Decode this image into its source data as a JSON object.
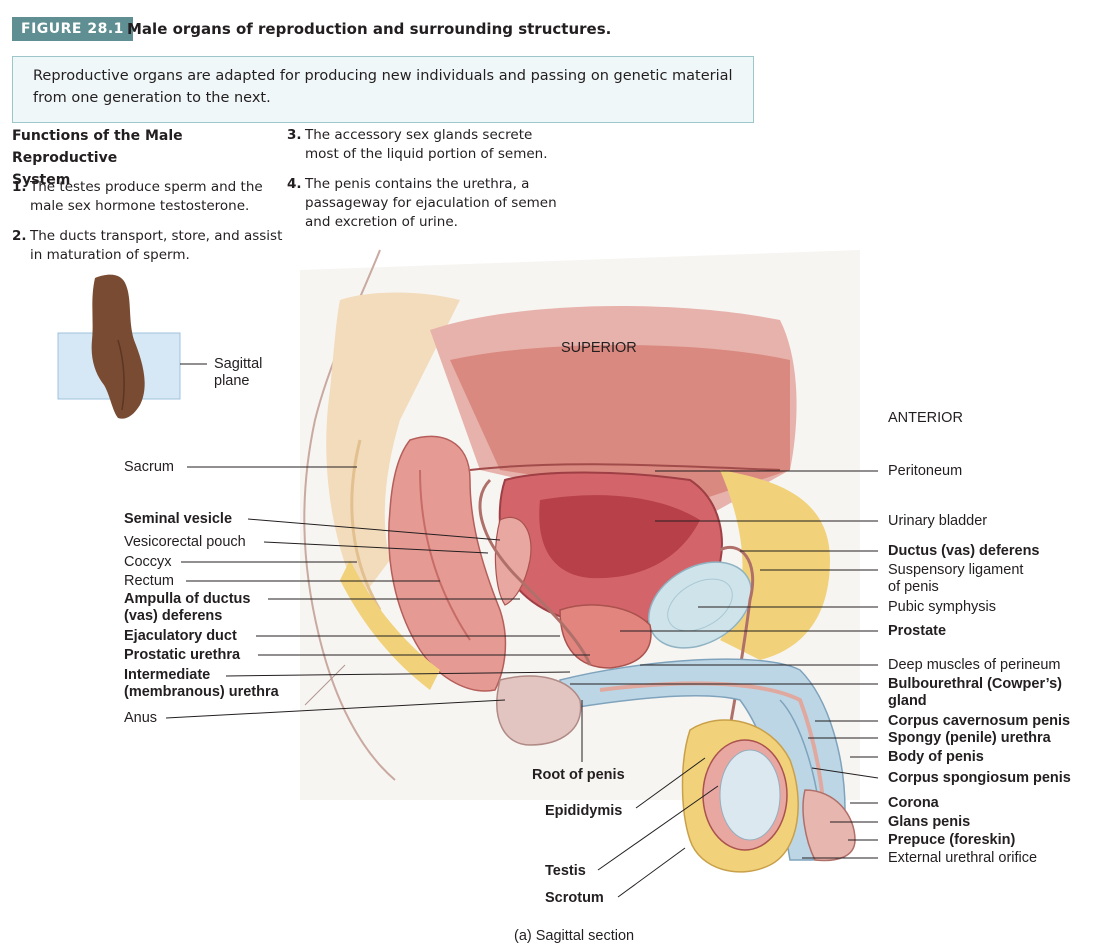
{
  "header": {
    "figure_tag": "FIGURE 28.1",
    "title": "Male organs of reproduction and surrounding structures."
  },
  "intro": {
    "line1": "Reproductive organs are adapted for producing new individuals and passing on genetic material",
    "line2": "from one generation to the next."
  },
  "functions": {
    "heading_line1": "Functions of the Male Reproductive",
    "heading_line2": "System",
    "items": [
      {
        "num": "1.",
        "line1": "The testes produce sperm and the",
        "line2": "male sex hormone testosterone."
      },
      {
        "num": "2.",
        "line1": "The ducts transport, store, and assist",
        "line2": "in maturation of sperm."
      },
      {
        "num": "3.",
        "line1": "The accessory sex glands secrete",
        "line2": "most of the liquid portion of semen."
      },
      {
        "num": "4.",
        "line1": "The penis contains the urethra, a",
        "line2": "passageway for ejaculation of semen",
        "line3": "and excretion of urine."
      }
    ]
  },
  "inset": {
    "label_line1": "Sagittal",
    "label_line2": "plane"
  },
  "orientation": {
    "superior": "SUPERIOR",
    "anterior": "ANTERIOR"
  },
  "left_labels": {
    "sacrum": "Sacrum",
    "seminal_vesicle": "Seminal vesicle",
    "vesicorectal_pouch": "Vesicorectal pouch",
    "coccyx": "Coccyx",
    "rectum": "Rectum",
    "ampulla_line1": "Ampulla of ductus",
    "ampulla_line2": "(vas) deferens",
    "ejaculatory_duct": "Ejaculatory duct",
    "prostatic_urethra": "Prostatic urethra",
    "intermediate_line1": "Intermediate",
    "intermediate_line2": "(membranous) urethra",
    "anus": "Anus"
  },
  "right_labels": {
    "peritoneum": "Peritoneum",
    "urinary_bladder": "Urinary bladder",
    "ductus_deferens": "Ductus (vas) deferens",
    "suspensory_line1": "Suspensory ligament",
    "suspensory_line2": "of penis",
    "pubic_symphysis": "Pubic symphysis",
    "prostate": "Prostate",
    "deep_muscles": "Deep muscles of perineum",
    "bulbourethral_line1": "Bulbourethral (Cowper’s)",
    "bulbourethral_line2": "gland",
    "corpus_cavernosum": "Corpus cavernosum penis",
    "spongy_urethra": "Spongy (penile) urethra",
    "body_of_penis": "Body of penis",
    "corpus_spongiosum": "Corpus spongiosum penis",
    "corona": "Corona",
    "glans_penis": "Glans penis",
    "prepuce": "Prepuce (foreskin)",
    "external_orifice": "External urethral orifice"
  },
  "bottom_labels": {
    "root_of_penis": "Root of penis",
    "epididymis": "Epididymis",
    "testis": "Testis",
    "scrotum": "Scrotum"
  },
  "caption": "(a) Sagittal section",
  "colors": {
    "tag_bg": "#5f8f93",
    "intro_border": "#9cc6c9",
    "intro_bg": "#f0f7f8",
    "bladder": "#c9545a",
    "tissue_pink": "#e9a7a2",
    "fat_yellow": "#f1d27a",
    "bone_beige": "#f3dcbc",
    "erectile_blue": "#bcd6e6"
  }
}
